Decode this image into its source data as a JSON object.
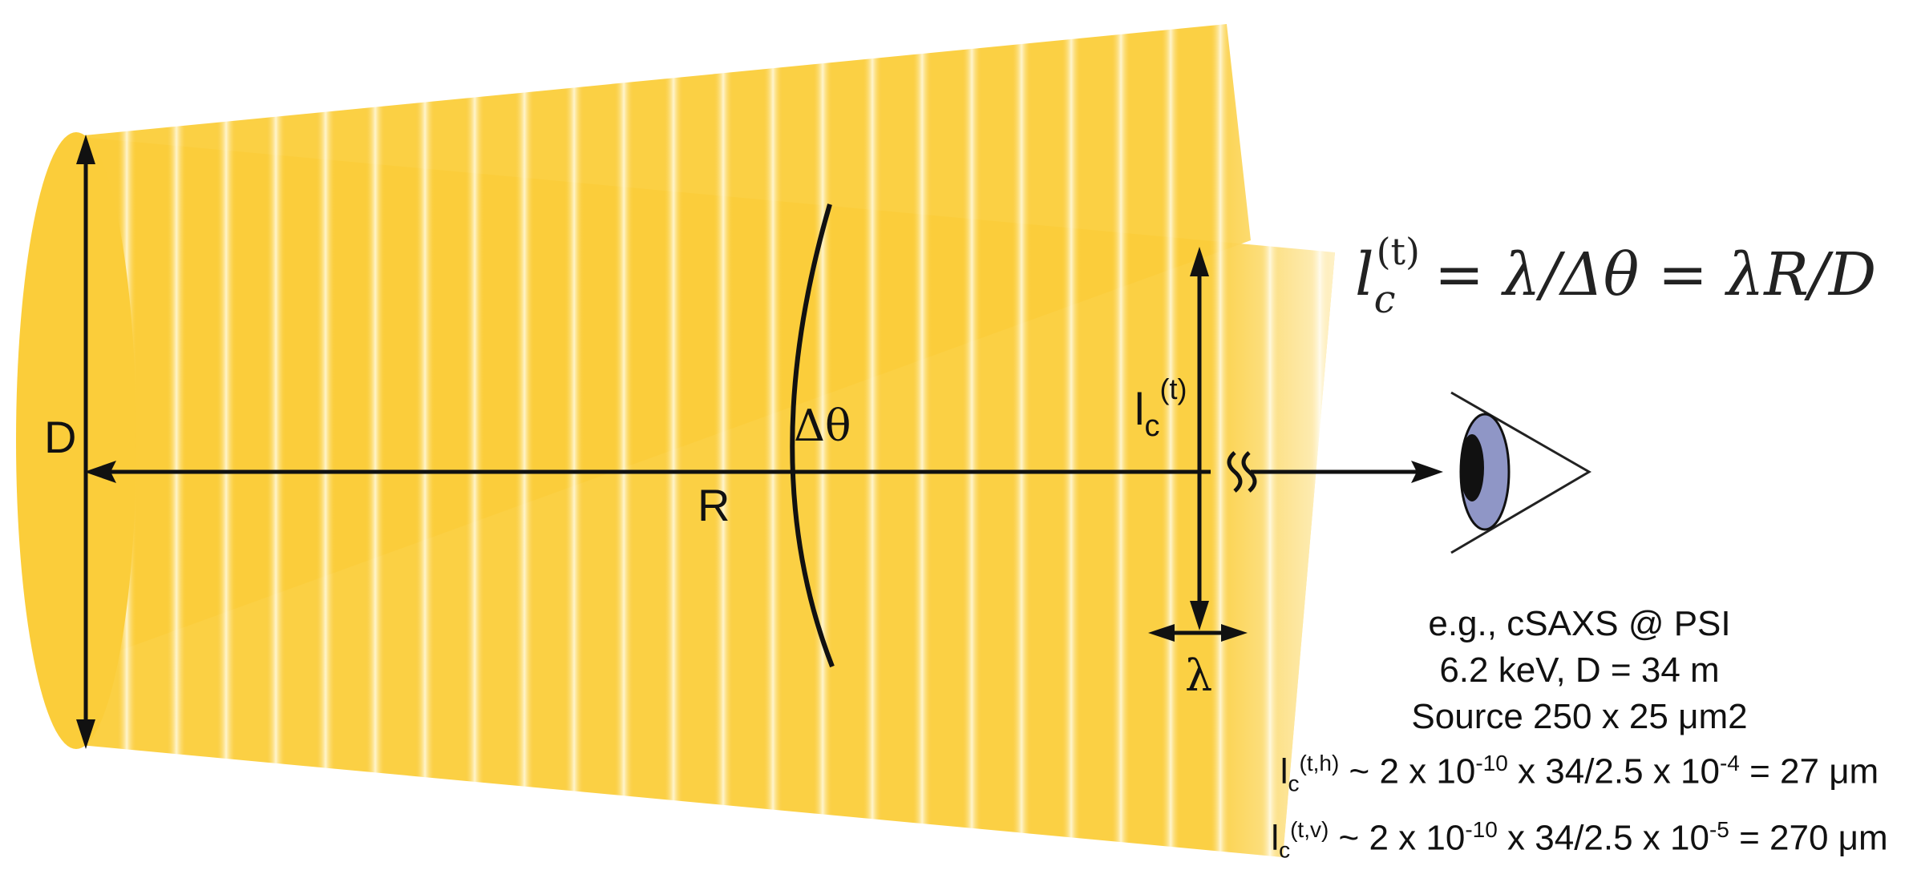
{
  "labels": {
    "source_size": "D",
    "distance": "R",
    "angle": "Δθ",
    "coherence_length_base": "l",
    "coherence_length_sub": "c",
    "coherence_length_sup": "(t)",
    "wavelength": "λ"
  },
  "formula": {
    "lhs_base": "l",
    "lhs_sub": "c",
    "lhs_sup": "(t)",
    "rhs": "= λ/Δθ = λR/D"
  },
  "info": {
    "line1": "e.g., cSAXS @ PSI",
    "line2": "6.2 keV, D = 34 m",
    "line3": "Source 250 x 25 μm2",
    "line4": {
      "base": "l",
      "sub": "c",
      "sup": "(t,h)",
      "part1": " ~ 2 x 10",
      "exp1": "-10",
      "part2": " x 34/2.5 x 10",
      "exp2": "-4",
      "part3": " = 27 μm"
    },
    "line5": {
      "base": "l",
      "sub": "c",
      "sup": "(t,v)",
      "part1": " ~ 2 x 10",
      "exp1": "-10",
      "part2": " x 34/2.5 x 10",
      "exp2": "-5",
      "part3": " = 270 μm"
    }
  },
  "colors": {
    "beam": "#fbcd3a",
    "beam_light": "#fff4c6",
    "arrow": "#111111",
    "iris": "#8f96c6"
  },
  "icons": [
    "eye-icon",
    "break-mark-icon"
  ]
}
